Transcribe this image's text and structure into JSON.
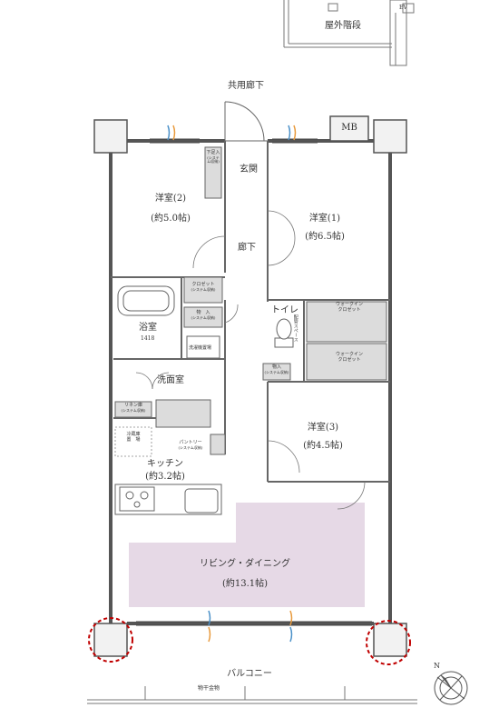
{
  "colors": {
    "wall": "#555555",
    "line": "#666666",
    "living_highlight": "#e6d9e6",
    "closet_fill": "#dcdcdc",
    "column_circle": "#c00000",
    "window_blue": "#4a90c8",
    "window_orange": "#e89a3c"
  },
  "labels": {
    "ev": "EV",
    "outdoor_stairs": "屋外階段",
    "common_corridor": "共用廊下",
    "mb": "MB",
    "entrance": "玄関",
    "shoe_closet": "下足入",
    "shoe_closet_sub": "(システム収納)",
    "western2": "洋室(2)",
    "western2_size": "(約5.0帖)",
    "western1": "洋室(1)",
    "western1_size": "(約6.5帖)",
    "hallway": "廊下",
    "closet": "クロゼット",
    "closet_sub": "(システム収納)",
    "storage": "物　入",
    "storage_sub": "(システム収納)",
    "bathroom": "浴室",
    "bathroom_size": "1418",
    "toilet": "トイレ",
    "piping_space": "配管スペース",
    "walkin1": "ウォークイン",
    "walkin1_b": "クロゼット",
    "walkin2": "ウォークイン",
    "walkin2_b": "クロゼット",
    "washer_space": "洗濯機置場",
    "washroom": "洗面室",
    "linen": "リネン庫",
    "linen_sub": "(システム収納)",
    "storage2": "物入",
    "storage2_sub": "(システム収納)",
    "fridge": "冷蔵庫",
    "fridge_b": "置　場",
    "pantry": "パントリー",
    "pantry_sub": "(システム収納)",
    "western3": "洋室(3)",
    "western3_size": "(約4.5帖)",
    "kitchen": "キッチン",
    "kitchen_size": "(約3.2帖)",
    "living": "リビング・ダイニング",
    "living_size": "(約13.1帖)",
    "balcony": "バルコニー",
    "laundry_fitting": "物干金物",
    "north": "N"
  },
  "icons": [
    "compass-icon",
    "sink-icon",
    "toilet-icon",
    "bathtub-icon",
    "stove-icon",
    "door-swing-icon"
  ]
}
